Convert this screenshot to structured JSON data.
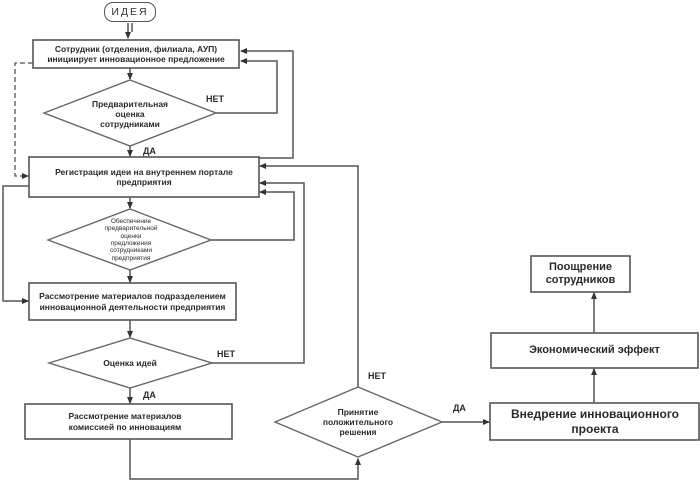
{
  "diagram": {
    "start": "ИДЕЯ",
    "nodes": {
      "employee_initiates": "Сотрудник (отделения, филиала, АУП) инициирует инновационное предложение",
      "preliminary_eval": "Предварительная оценка сотрудниками",
      "registration": "Регистрация идеи на внутреннем портале предприятия",
      "ensure_eval": "Обеспечение предварительной оценки предложения сотрудниками предприятия",
      "review_dept": "Рассмотрение материалов подразделением инновационной деятельности предприятия",
      "idea_eval": "Оценка идей",
      "review_commission": "Рассмотрение материалов комиссией по инновациям",
      "positive_decision": "Принятие положительного решения",
      "implementation": "Внедрение инновационного проекта",
      "economic_effect": "Экономический эффект",
      "reward": "Поощрение сотрудников"
    },
    "edge_labels": {
      "no_1": "НЕТ",
      "yes_1": "ДА",
      "no_2": "НЕТ",
      "yes_2": "ДА",
      "no_3": "НЕТ",
      "yes_3": "ДА"
    }
  }
}
